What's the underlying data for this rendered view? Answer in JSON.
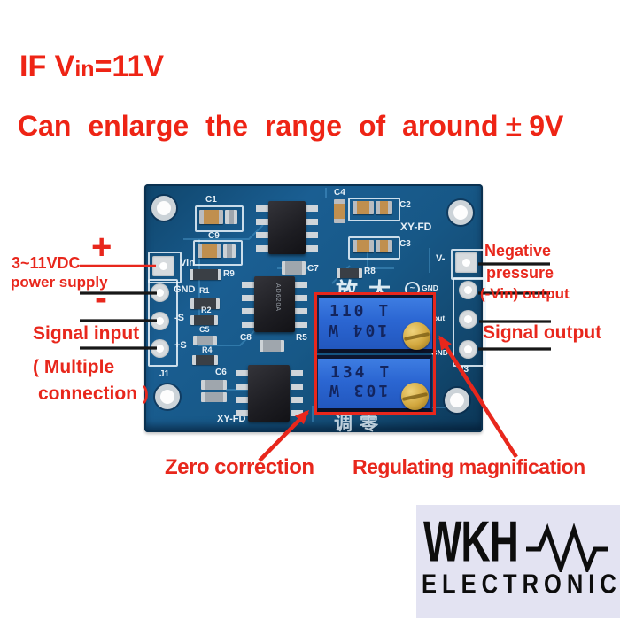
{
  "title": {
    "p1": "IF V",
    "p2": "in",
    "p3": "=11V",
    "line2": "Can enlarge the range of around",
    "pm": "±",
    "value": "9V"
  },
  "annotations": {
    "plus": "+",
    "minus": "-",
    "power1": "3~11VDC",
    "power2": "power supply",
    "signal_input": "Signal input",
    "multiple1": "( Multiple",
    "multiple2": "connection )",
    "negative1": "Negative",
    "negative2": "pressure",
    "negative3": "(-Vin) output",
    "signal_output": "Signal output",
    "zero_correction": "Zero correction",
    "regulating": "Regulating magnification"
  },
  "board": {
    "model_top": "XY-FD",
    "model_bottom": "XY-FD",
    "ic": "AD620A",
    "cn_amplify": "放大",
    "cn_zero": "调零",
    "pads_left": {
      "p1": "Vin",
      "p2": "GND",
      "p3": "-S",
      "p4": "+S",
      "conn": "J1"
    },
    "pads_right": {
      "p1": "V-",
      "p2": "GND",
      "p3": "Vout",
      "p4": "GND",
      "conn": "J3"
    },
    "comps": {
      "c1": "C1",
      "c9": "C9",
      "c4": "C4",
      "c2": "C2",
      "c3": "C3",
      "r9": "R9",
      "r1": "R1",
      "r2": "R2",
      "c5": "C5",
      "r4": "R4",
      "c6": "C6",
      "c7": "C7",
      "r8": "R8",
      "c8": "C8",
      "r5": "R5"
    },
    "trimmers": {
      "top": {
        "l1": "110 T",
        "l2": "104 W"
      },
      "bottom": {
        "l1": "134 T",
        "l2": "103 W"
      }
    }
  },
  "logo": {
    "brand": "WKH",
    "sub": "ELECTRONIC"
  },
  "colors": {
    "annotation_red": "#e8271c",
    "title_red": "#ee2415",
    "pcb_blue": "#15517f",
    "trimmer_blue": "#2b66d2",
    "screw_gold": "#d2a73e",
    "logo_bg": "#e3e3f2"
  }
}
